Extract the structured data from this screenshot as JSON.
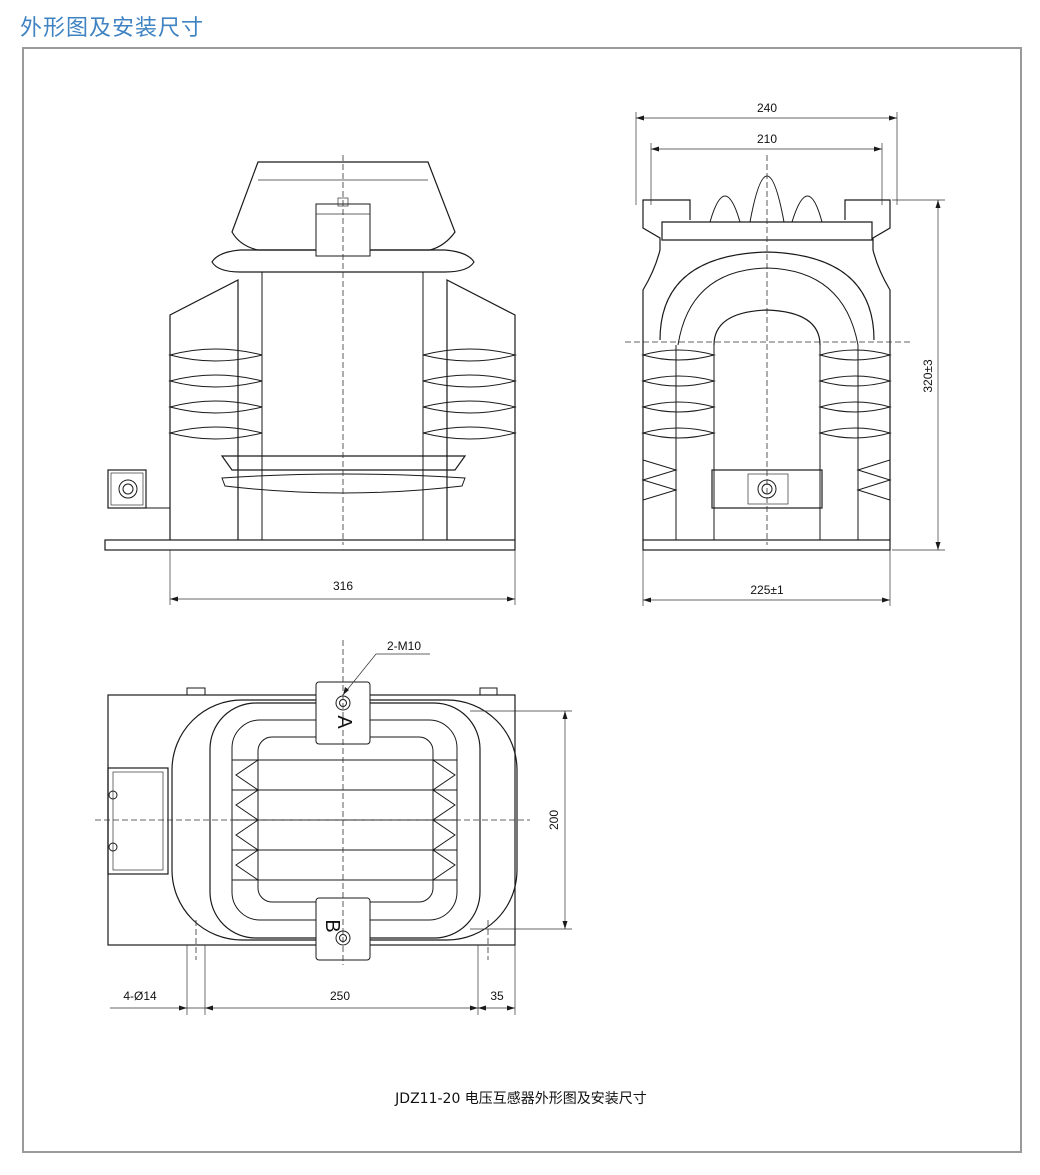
{
  "header": {
    "title": "外形图及安装尺寸"
  },
  "front_view": {
    "width_dim": "316"
  },
  "side_view": {
    "top_width_dim": "240",
    "inner_width_dim": "210",
    "height_dim": "320±3",
    "base_width_dim": "225±1"
  },
  "top_view": {
    "bolt_label": "2-M10",
    "terminal_a": "A",
    "terminal_b": "B",
    "depth_dim": "200",
    "hole_dim": "4-Ø14",
    "hole_spacing_dim": "250",
    "edge_dim": "35"
  },
  "caption": "JDZ11-20 电压互感器外形图及安装尺寸"
}
